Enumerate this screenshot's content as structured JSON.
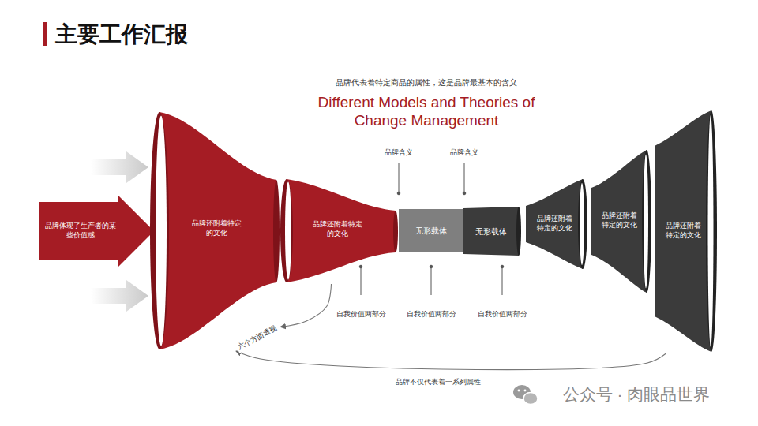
{
  "diagram": {
    "title": "主要工作汇报",
    "nodes": [
      {
        "text": [
          "品牌体现了生产者的某些价值感"
        ]
      },
      {
        "text": [
          "品牌还附着特定的文化"
        ]
      },
      {
        "text": [
          "品牌还附着特定的文化"
        ]
      },
      {
        "text": [
          "无形载体"
        ]
      },
      {
        "text": [
          "无形载体"
        ]
      },
      {
        "text": [
          "品牌还附着特定的文化"
        ]
      },
      {
        "text": [
          "品牌还附着特定的文化"
        ]
      },
      {
        "text": [
          "品牌还附着特定的文化"
        ]
      }
    ],
    "edges": [
      {
        "from": 2,
        "to": 1,
        "arrow": "to",
        "label": "六个方面透视"
      },
      {
        "from": 7,
        "to": 1,
        "arrow": "to",
        "label": "品牌不仅代表着一系列属性"
      }
    ],
    "labels": [
      "品牌代表着特定商品的属性，这是品牌最基本的含义",
      "Different Models and Theories of Change Management",
      "品牌含义",
      "品牌含义",
      "自我价值两部分",
      "自我价值两部分",
      "自我价值两部分",
      "公众号 · 肉眼品世界"
    ]
  }
}
